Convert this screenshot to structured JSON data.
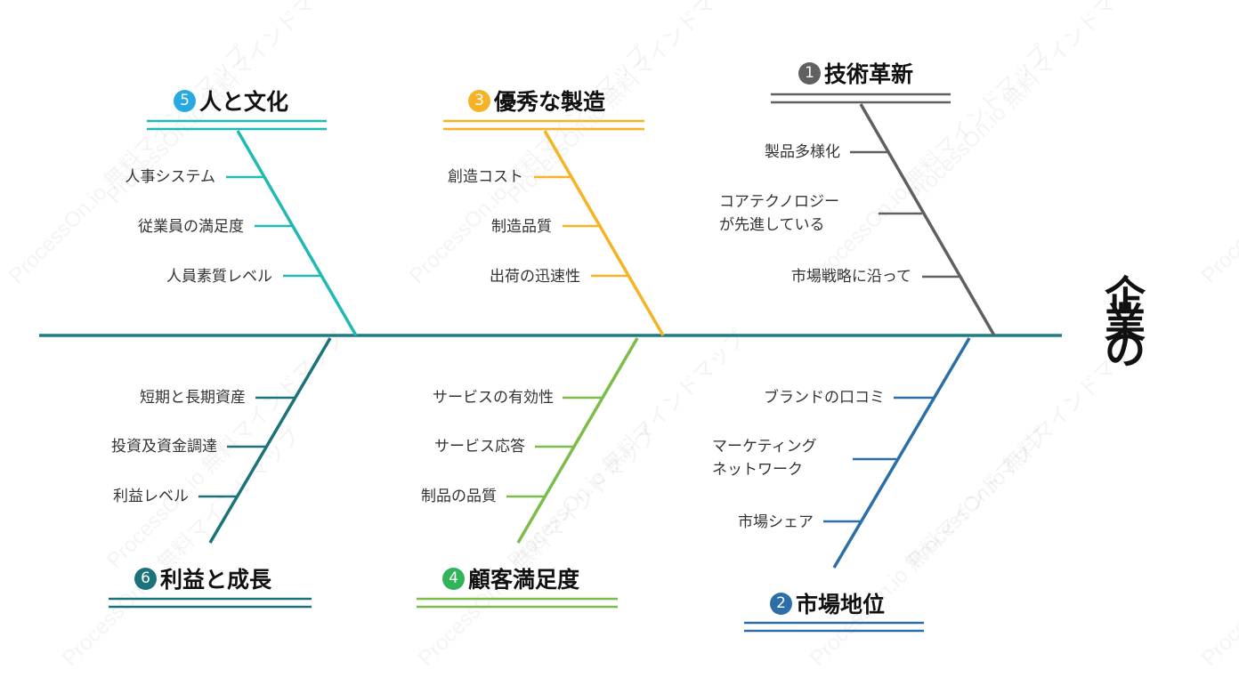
{
  "head": {
    "chars": [
      "企",
      "業",
      "の"
    ]
  },
  "spine_color": "#1f7b86",
  "watermark": "ProcessOn.io 無料マインドマップ",
  "categories": [
    {
      "number": "1",
      "title": "技術革新",
      "color": "#606060",
      "items": [
        "製品多様化",
        "コアテクノロジー\nが先進している",
        "市場戦略に沿って"
      ]
    },
    {
      "number": "2",
      "title": "市場地位",
      "color": "#2c6ea8",
      "items": [
        "ブランドの口コミ",
        "マーケティング\nネットワーク",
        "市場シェア"
      ]
    },
    {
      "number": "3",
      "title": "優秀な製造",
      "color": "#f5b325",
      "items": [
        "創造コスト",
        "制造品質",
        "出荷の迅速性"
      ]
    },
    {
      "number": "4",
      "title": "顧客満足度",
      "color": "#7cbd4a",
      "items": [
        "サービスの有効性",
        "サービス応答",
        "制品の品質"
      ]
    },
    {
      "number": "5",
      "title": "人と文化",
      "color": "#21b9b3",
      "items": [
        "人事システム",
        "従業員の満足度",
        "人員素質レベル"
      ]
    },
    {
      "number": "6",
      "title": "利益と成長",
      "color": "#1a737b",
      "items": [
        "短期と長期資産",
        "投資及資金調達",
        "利益レベル"
      ]
    }
  ]
}
